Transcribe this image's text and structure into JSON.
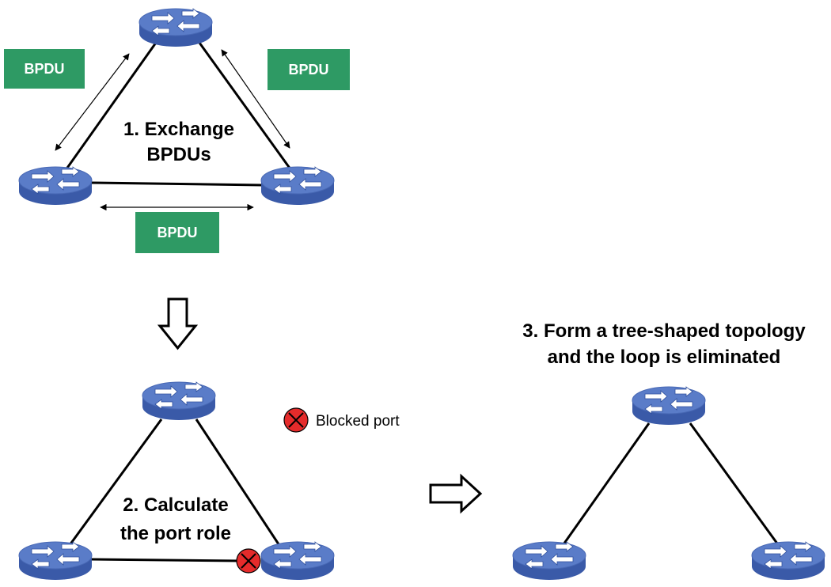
{
  "colors": {
    "switch_top": "#5a7cc8",
    "switch_side": "#3a5aa8",
    "bpdu_fill": "#2e9a64",
    "bpdu_text": "#ffffff",
    "blocked_fill": "#e52b2b",
    "link": "#000000"
  },
  "stage1": {
    "caption_line1": "1. Exchange",
    "caption_line2": "BPDUs",
    "bpdu_labels": [
      "BPDU",
      "BPDU",
      "BPDU"
    ]
  },
  "stage2": {
    "caption_line1": "2. Calculate",
    "caption_line2": "the port role",
    "legend_label": "Blocked port",
    "legend_icon": "blocked-port-icon"
  },
  "stage3": {
    "caption_line1": "3. Form a tree-shaped topology",
    "caption_line2": "and the loop is eliminated"
  },
  "icons": {
    "switch": "switch-icon",
    "arrow_down": "down-arrow-icon",
    "arrow_right": "right-arrow-icon"
  }
}
